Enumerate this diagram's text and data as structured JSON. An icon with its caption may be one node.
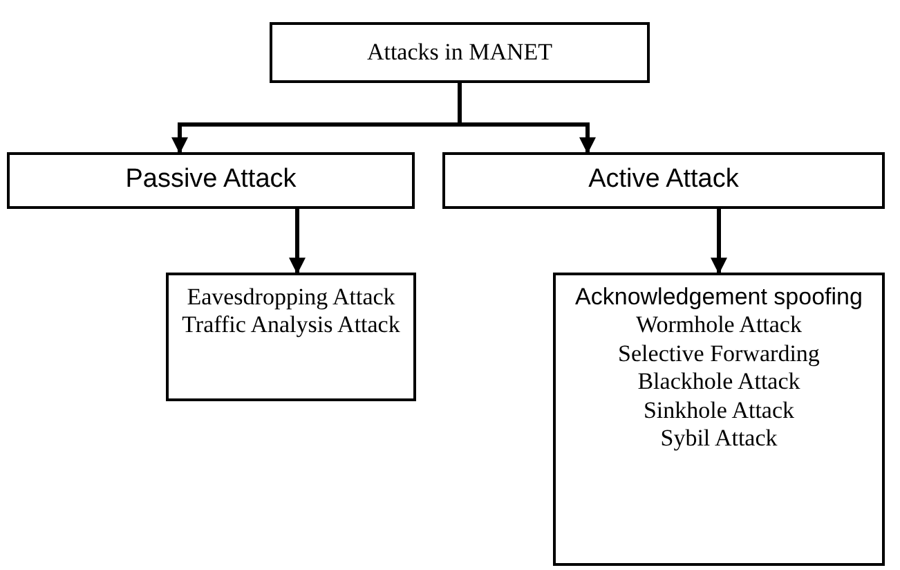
{
  "diagram": {
    "nodes": [
      {
        "text": [
          "Attacks in MANET"
        ]
      },
      {
        "text": [
          "Passive Attack"
        ]
      },
      {
        "text": [
          "Active Attack"
        ]
      },
      {
        "text": [
          "Eavesdropping Attack",
          "Traffic Analysis Attack"
        ]
      },
      {
        "text": [
          "Acknowledgement spoofing",
          "Wormhole Attack",
          "Selective Forwarding",
          "Blackhole Attack",
          "Sinkhole Attack",
          "Sybil Attack"
        ]
      }
    ],
    "edges": [
      {
        "from": 0,
        "to": 1,
        "arrow": "to"
      },
      {
        "from": 0,
        "to": 2,
        "arrow": "to"
      },
      {
        "from": 1,
        "to": 3,
        "arrow": "to"
      },
      {
        "from": 2,
        "to": 4,
        "arrow": "to"
      }
    ]
  }
}
